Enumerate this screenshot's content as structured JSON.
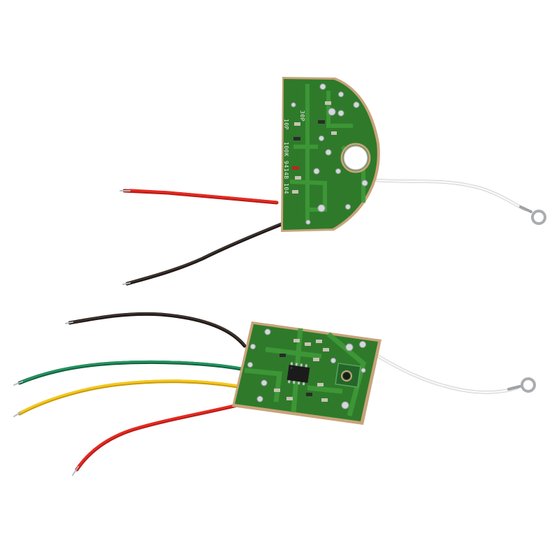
{
  "photo": {
    "background": "#ffffff",
    "colors": {
      "pcb": "#2f7a2b",
      "pcb_dark": "#1f5a1f",
      "pcb_edge": "#c8a37a",
      "solder": "#cfd3d6",
      "wire_red": "#e02a23",
      "wire_black": "#2a221e",
      "wire_green": "#1f8a5a",
      "wire_yellow": "#f2c21a",
      "wire_white": "#f4f4f4",
      "terminal": "#b9bcbf"
    }
  },
  "boards": {
    "top": {
      "markings": {
        "line1": "30P",
        "line2": "10P",
        "line3": "100K",
        "line4": "9414B",
        "line5": "104"
      },
      "wires": [
        "red",
        "black",
        "white-antenna"
      ]
    },
    "bottom": {
      "wires": [
        "black",
        "green",
        "yellow",
        "red",
        "white-antenna"
      ]
    }
  }
}
